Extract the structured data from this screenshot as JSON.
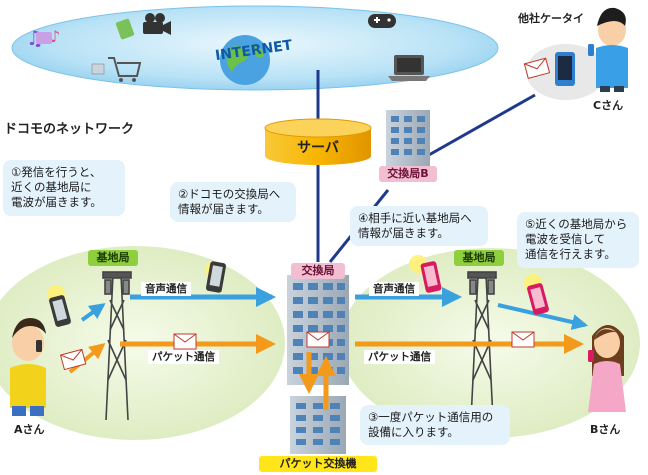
{
  "cloud": {
    "label": "INTERNET"
  },
  "network_title": "ドコモのネットワーク",
  "server_label": "サーバ",
  "switch_b_label": "交換局B",
  "switch_main_label": "交換局",
  "packet_switch_label": "パケット交換機",
  "base_station_left_label": "基地局",
  "base_station_right_label": "基地局",
  "other_carrier_label": "他社ケータイ",
  "person_a": "Aさん",
  "person_b": "Bさん",
  "person_c": "Cさん",
  "arrows": {
    "voice_left": "音声通信",
    "packet_left": "パケット通信",
    "voice_right": "音声通信",
    "packet_right": "パケット通信"
  },
  "notes": {
    "step1": "①発信を行うと、\n近くの基地局に\n電波が届きます。",
    "step2": "②ドコモの交換局へ\n情報が届きます。",
    "step3": "③一度パケット通信用の\n設備に入ります。",
    "step4": "④相手に近い基地局へ\n情報が届きます。",
    "step5": "⑤近くの基地局から\n電波を受信して\n通信を行えます。"
  },
  "colors": {
    "cloud": "#9fd6f2",
    "cell_area": "#e3efc9",
    "voice_arrow": "#3aa0de",
    "packet_arrow": "#f39a1b",
    "backbone_line": "#1f3a8c",
    "note_bg": "#e4f2fb",
    "server": "#f7b500"
  }
}
